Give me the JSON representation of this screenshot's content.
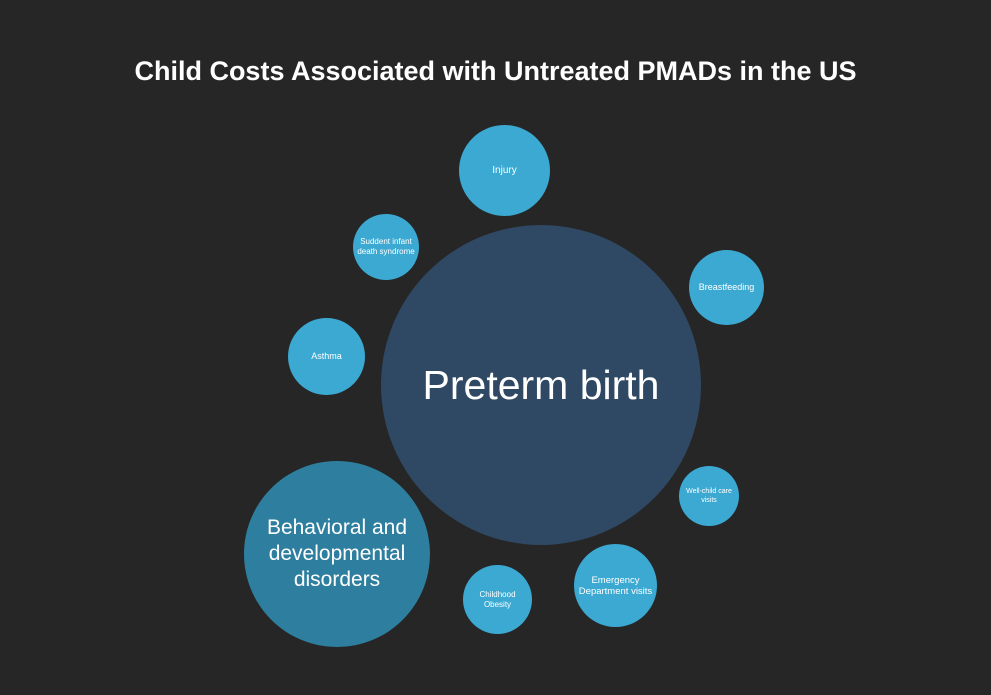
{
  "title": "Child Costs Associated with Untreated PMADs in the US",
  "colors": {
    "background": "#262626",
    "main_bubble": "#2f4863",
    "large_bubble": "#2e7f9f",
    "small_bubble": "#3ba9d2",
    "text": "#ffffff"
  },
  "bubbles": {
    "preterm_birth": "Preterm birth",
    "behavioral": "Behavioral and developmental disorders",
    "injury": "Injury",
    "sids": "Suddent infant death syndrome",
    "breastfeeding": "Breastfeeding",
    "asthma": "Asthma",
    "well_child": "Well-child care visits",
    "emergency": "Emergency Department visits",
    "obesity": "Childhood Obesity"
  }
}
